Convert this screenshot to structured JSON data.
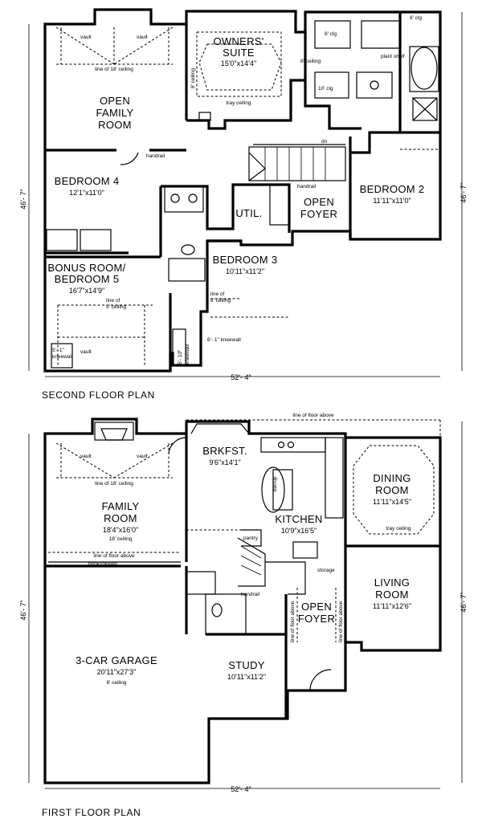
{
  "second_floor": {
    "title": "SECOND FLOOR PLAN",
    "width_dim": "52'- 4\"",
    "depth_dim_left": "46'- 7\"",
    "depth_dim_right": "46'- 7\"",
    "rooms": {
      "owners_suite": {
        "name": "OWNERS' SUITE",
        "name_l1": "OWNERS'",
        "name_l2": "SUITE",
        "size": "15'0\"x14'4\""
      },
      "family_room_open": {
        "name_l1": "OPEN",
        "name_l2": "FAMILY",
        "name_l3": "ROOM"
      },
      "bedroom4": {
        "name": "BEDROOM 4",
        "size": "12'1\"x11'0\""
      },
      "bedroom2": {
        "name": "BEDROOM 2",
        "size": "11'11\"x11'0\""
      },
      "bedroom3": {
        "name": "BEDROOM 3",
        "size": "10'11\"x11'2\""
      },
      "bonus": {
        "name_l1": "BONUS ROOM/",
        "name_l2": "BEDROOM 5",
        "size": "16'7\"x14'9\""
      },
      "open_foyer": {
        "name_l1": "OPEN",
        "name_l2": "FOYER"
      },
      "util": {
        "name": "UTIL."
      }
    },
    "notes": {
      "vault": "vault",
      "line_18_ceiling": "line of 18' ceiling",
      "eight_ceiling": "8' ceiling",
      "tray_ceiling": "tray ceiling",
      "eight_clg": "8' clg",
      "ten_clg": "10' clg",
      "plant_shelf": "plant shelf",
      "handrail": "handrail",
      "dn": "dn",
      "line_9_ceiling_l1": "line of",
      "line_9_ceiling_l2": "9' ceiling",
      "line_8_ceiling_l1": "line of",
      "line_8_ceiling_l2": "8' ceiling",
      "kneewall_6": "6'- 1\" kneewall",
      "kneewall_5_1": "5'- 1\"",
      "kneewall_5_1b": "kneewall",
      "kneewall_5_10": "5'- 10\"",
      "kneewall_5_10b": "kneewall"
    }
  },
  "first_floor": {
    "title": "FIRST FLOOR PLAN",
    "width_dim": "52'- 4\"",
    "depth_dim_left": "46'- 7\"",
    "depth_dim_right": "46'- 7\"",
    "rooms": {
      "brkfst": {
        "name": "BRKFST.",
        "size": "9'6\"x14'1\""
      },
      "dining": {
        "name_l1": "DINING",
        "name_l2": "ROOM",
        "size": "11'11\"x14'5\""
      },
      "family": {
        "name_l1": "FAMILY",
        "name_l2": "ROOM",
        "size": "18'4\"x16'0\"",
        "ceiling": "18' ceiling"
      },
      "kitchen": {
        "name": "KITCHEN",
        "size": "10'9\"x16'5\""
      },
      "living": {
        "name_l1": "LIVING",
        "name_l2": "ROOM",
        "size": "11'11\"x12'6\""
      },
      "garage": {
        "name": "3-CAR GARAGE",
        "size": "20'11\"x27'3\"",
        "ceiling": "8' ceiling"
      },
      "study": {
        "name": "STUDY",
        "size": "10'11\"x11'2\""
      },
      "open_foyer": {
        "name_l1": "OPEN",
        "name_l2": "FOYER"
      }
    },
    "notes": {
      "line_floor_above": "line of floor above",
      "vault": "vault",
      "line_18_ceiling": "line of 18' ceiling",
      "bookshelves": "bookshelves",
      "tray_ceiling": "tray ceiling",
      "pantry": "pantry",
      "snack_bar": "bar/up",
      "handrail": "handrail",
      "storage": "storage",
      "line_floor_above_v1": "line of floor above",
      "line_floor_above_v2": "line of floor above"
    }
  }
}
